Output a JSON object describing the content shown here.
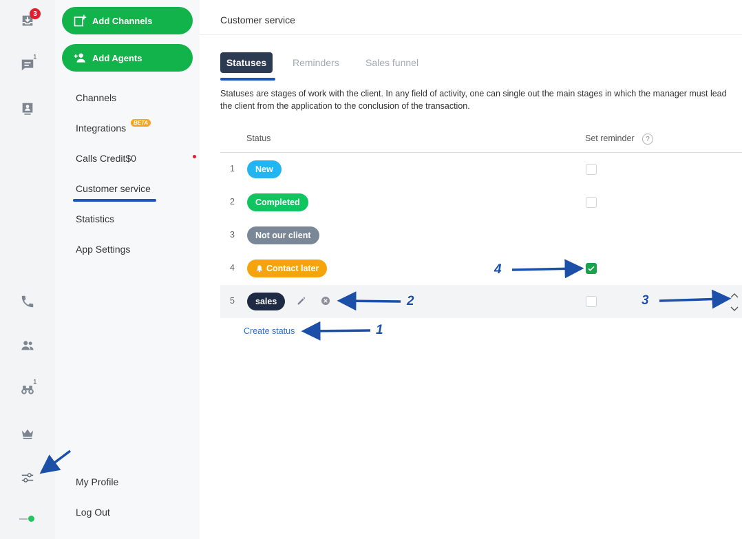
{
  "rail": {
    "inbox_badge": "3",
    "chats_count": "1",
    "monitoring_count": "1"
  },
  "sidemenu": {
    "add_channels": "Add Channels",
    "add_agents": "Add Agents",
    "items": {
      "channels": "Channels",
      "integrations": "Integrations",
      "integrations_badge": "BETA",
      "calls_credit": "Calls Credit",
      "calls_credit_value": "$0",
      "customer_service": "Customer service",
      "statistics": "Statistics",
      "app_settings": "App Settings",
      "my_profile": "My Profile",
      "log_out": "Log Out"
    }
  },
  "main": {
    "title": "Customer service",
    "tabs": {
      "statuses": "Statuses",
      "reminders": "Reminders",
      "sales_funnel": "Sales funnel"
    },
    "description": "Statuses are stages of work with the client. In any field of activity, one can single out the main stages in which the manager must lead the client from the application to the conclusion of the transaction.",
    "columns": {
      "status": "Status",
      "set_reminder": "Set reminder",
      "help": "?"
    },
    "rows": [
      {
        "num": "1",
        "label": "New",
        "color": "#23b5f2",
        "reminder": false
      },
      {
        "num": "2",
        "label": "Completed",
        "color": "#10c45f",
        "reminder": false
      },
      {
        "num": "3",
        "label": "Not our client",
        "color": "#7a8797",
        "reminder": null
      },
      {
        "num": "4",
        "label": "Contact later",
        "color": "#f5a50b",
        "reminder": true
      },
      {
        "num": "5",
        "label": "sales",
        "color": "#1f2a44",
        "reminder": false
      }
    ],
    "create_status": "Create status"
  },
  "annotations": {
    "n1": "1",
    "n2": "2",
    "n3": "3",
    "n4": "4",
    "arrow_color": "#1b4fa8"
  }
}
